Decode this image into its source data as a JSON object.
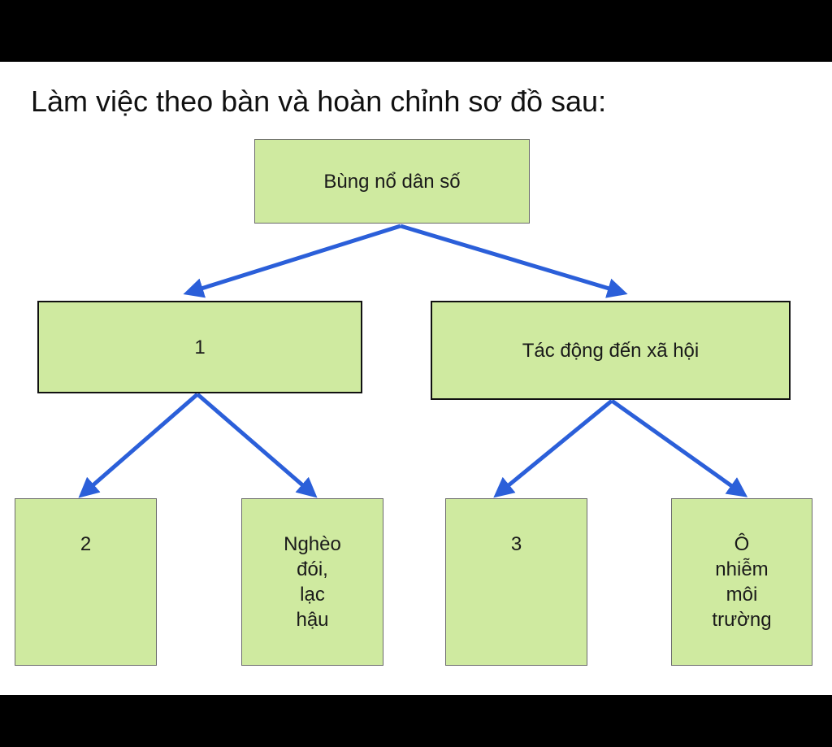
{
  "title": "Làm việc theo bàn và hoàn chỉnh sơ đồ sau:",
  "diagram": {
    "root": "Bùng nổ dân số",
    "left_branch": "1",
    "right_branch": "Tác động đến xã hội",
    "leaves": [
      "2",
      "Nghèo\nđói,\nlạc\nhậu",
      "3",
      "Ô\nnhiễm\nmôi\ntrường"
    ]
  },
  "colors": {
    "box_fill": "#cfeaa0",
    "arrow": "#2b5fd9",
    "letterbox": "#000000"
  }
}
